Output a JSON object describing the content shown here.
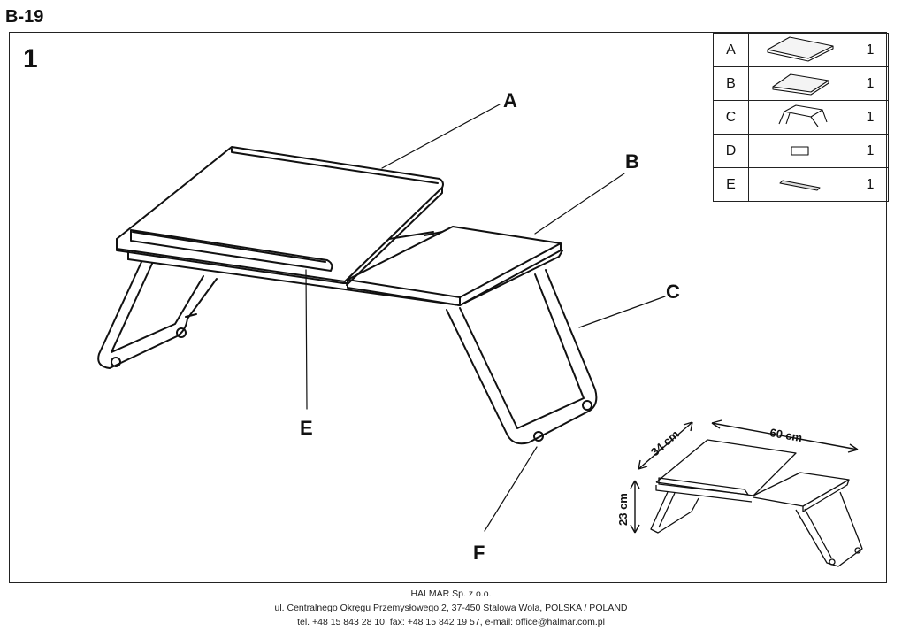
{
  "header": {
    "model": "B-19"
  },
  "step": "1",
  "callouts": {
    "a": "A",
    "b": "B",
    "c": "C",
    "e": "E",
    "f": "F"
  },
  "parts": [
    {
      "letter": "A",
      "qty": "1"
    },
    {
      "letter": "B",
      "qty": "1"
    },
    {
      "letter": "C",
      "qty": "1"
    },
    {
      "letter": "D",
      "qty": "1"
    },
    {
      "letter": "E",
      "qty": "1"
    }
  ],
  "dimensions": {
    "width": "60 cm",
    "depth": "34 cm",
    "height": "23 cm"
  },
  "footer": {
    "company": "HALMAR Sp. z o.o.",
    "address": "ul. Centralnego Okręgu Przemysłowego 2, 37-450 Stalowa Wola, POLSKA / POLAND",
    "contact": "tel. +48 15 843 28 10, fax: +48 15 842 19 57, e-mail: office@halmar.com.pl"
  }
}
